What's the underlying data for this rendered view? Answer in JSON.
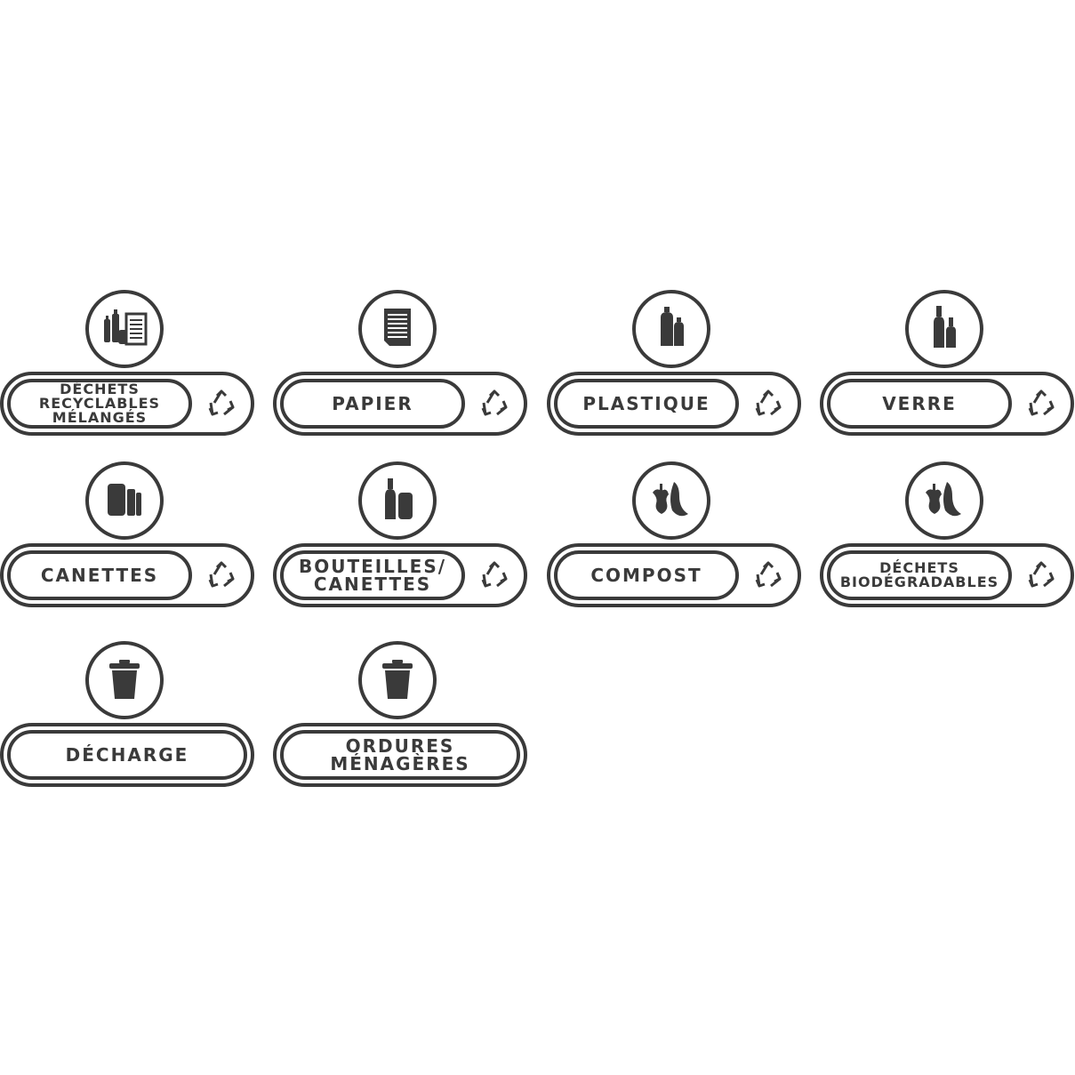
{
  "labels": [
    {
      "text": "DÉCHETS\nRECYCLABLES\nMÉLANGÉS",
      "icon": "mixed-recyclables-icon",
      "recycle": true
    },
    {
      "text": "PAPIER",
      "icon": "paper-icon",
      "recycle": true
    },
    {
      "text": "PLASTIQUE",
      "icon": "plastic-bottles-icon",
      "recycle": true
    },
    {
      "text": "VERRE",
      "icon": "glass-bottles-icon",
      "recycle": true
    },
    {
      "text": "CANETTES",
      "icon": "cans-icon",
      "recycle": true
    },
    {
      "text": "BOUTEILLES/\nCANETTES",
      "icon": "bottle-can-icon",
      "recycle": true
    },
    {
      "text": "COMPOST",
      "icon": "food-scraps-icon",
      "recycle": true
    },
    {
      "text": "DÉCHETS\nBIODÉGRADABLES",
      "icon": "food-scraps-icon",
      "recycle": true
    },
    {
      "text": "DÉCHARGE",
      "icon": "trash-can-icon",
      "recycle": false
    },
    {
      "text": "ORDURES\nMÉNAGÈRES",
      "icon": "trash-can-icon",
      "recycle": false
    }
  ],
  "colors": {
    "ink": "#3a3a3a",
    "background": "#ffffff"
  }
}
